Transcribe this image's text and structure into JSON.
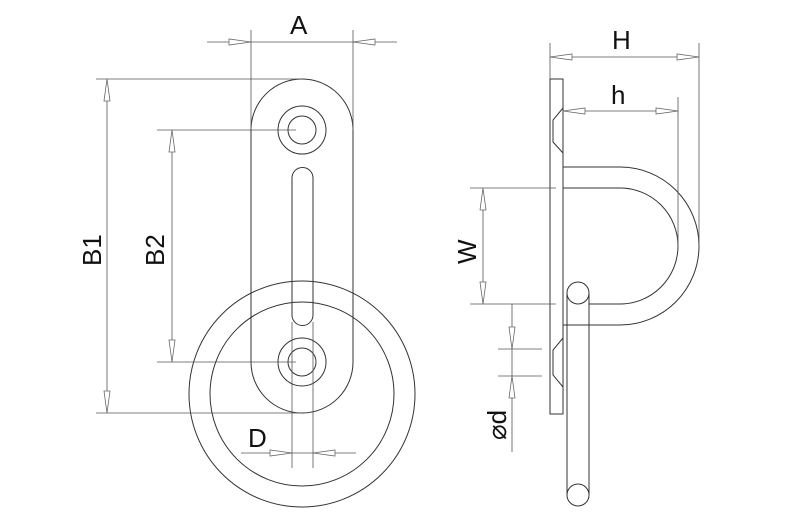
{
  "labels": {
    "A": "A",
    "B1": "B1",
    "B2": "B2",
    "D": "D",
    "H": "H",
    "h": "h",
    "W": "W",
    "d": "⌀d"
  }
}
